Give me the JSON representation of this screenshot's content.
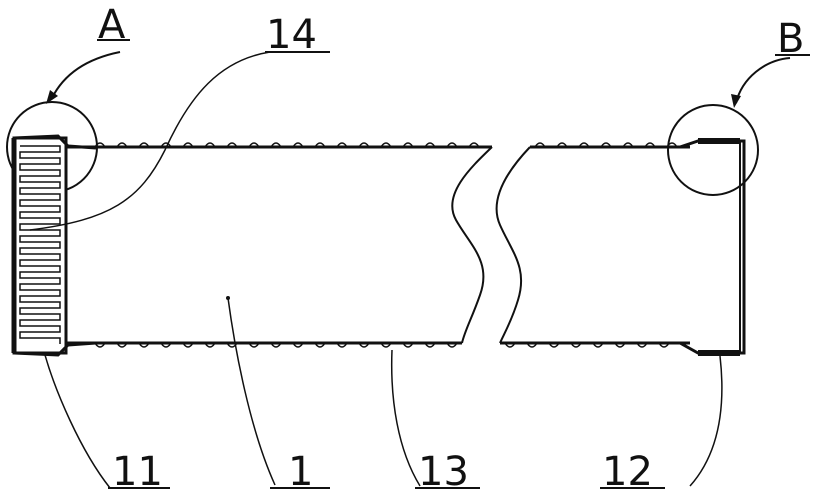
{
  "labels": {
    "a": "A",
    "b": "B",
    "n14": "14",
    "n11": "11",
    "n1": "1",
    "n13": "13",
    "n12": "12"
  }
}
